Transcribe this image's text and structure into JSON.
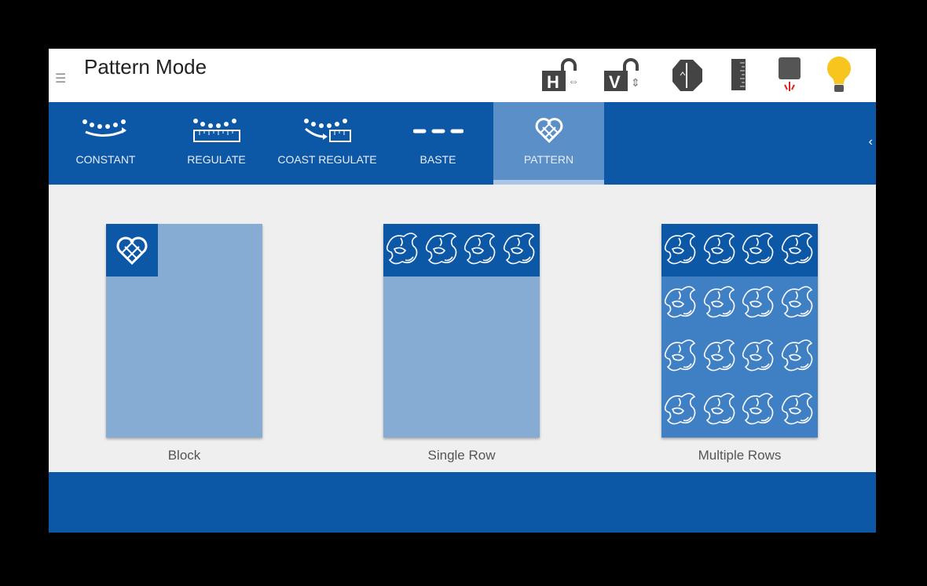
{
  "header": {
    "title": "Pattern Mode",
    "menu_icon": "hamburger-icon",
    "toolbar": [
      {
        "name": "horizontal-lock-icon",
        "letter": "H"
      },
      {
        "name": "vertical-lock-icon",
        "letter": "V"
      },
      {
        "name": "needle-stop-icon"
      },
      {
        "name": "ruler-icon"
      },
      {
        "name": "laser-icon"
      },
      {
        "name": "light-bulb-icon"
      }
    ]
  },
  "tabs": [
    {
      "label": "CONSTANT"
    },
    {
      "label": "REGULATE"
    },
    {
      "label": "COAST REGULATE"
    },
    {
      "label": "BASTE"
    },
    {
      "label": "PATTERN",
      "selected": true
    }
  ],
  "options": [
    {
      "label": "Block"
    },
    {
      "label": "Single Row"
    },
    {
      "label": "Multiple Rows"
    }
  ],
  "colors": {
    "primary": "#0d58a6",
    "selected_tab": "#5b8fc8",
    "card": "#87acd4",
    "bulb": "#f7c51e",
    "laser": "#e0201a"
  }
}
